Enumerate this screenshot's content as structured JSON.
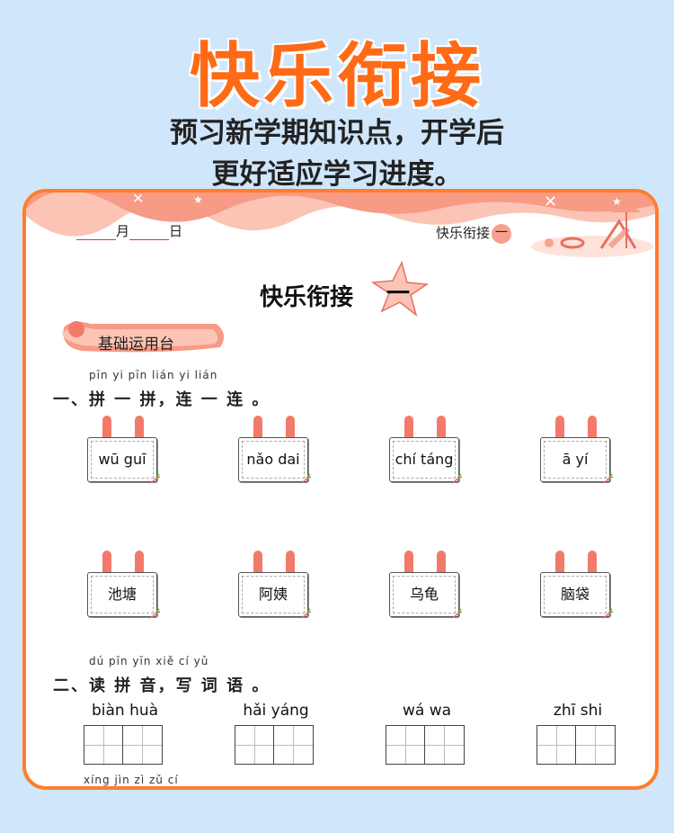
{
  "hero": {
    "title": "快乐衔接",
    "subtitle_line1": "预习新学期知识点，开学后",
    "subtitle_line2": "更好适应学习进度。"
  },
  "sheet": {
    "date_month": "月",
    "date_day": "日",
    "corner_label": "快乐衔接",
    "corner_number": "一",
    "title": "快乐衔接",
    "title_number": "一",
    "section_banner": "基础运用台"
  },
  "q1": {
    "pinyin": "pīn  yi  pīn    lián  yi  lián",
    "text": "一、拼 一 拼，连 一 连 。",
    "pinyin_cards": [
      "wū guī",
      "nǎo dai",
      "chí táng",
      "ā yí"
    ],
    "word_cards": [
      "池塘",
      "阿姨",
      "乌龟",
      "脑袋"
    ]
  },
  "q2": {
    "pinyin": "dú  pīn  yīn    xiě   cí   yǔ",
    "text": "二、读 拼 音，写 词 语 。",
    "items": [
      "biàn  huà",
      "hǎi  yáng",
      "wá   wa",
      "zhī    shi"
    ]
  },
  "q3": {
    "pinyin_partial": "xíng  jìn   zì   zǔ   cí"
  },
  "colors": {
    "accent": "#ff6a16",
    "border": "#ff7d2d",
    "ear": "#f27a6b",
    "background": "#cfe6fb"
  }
}
